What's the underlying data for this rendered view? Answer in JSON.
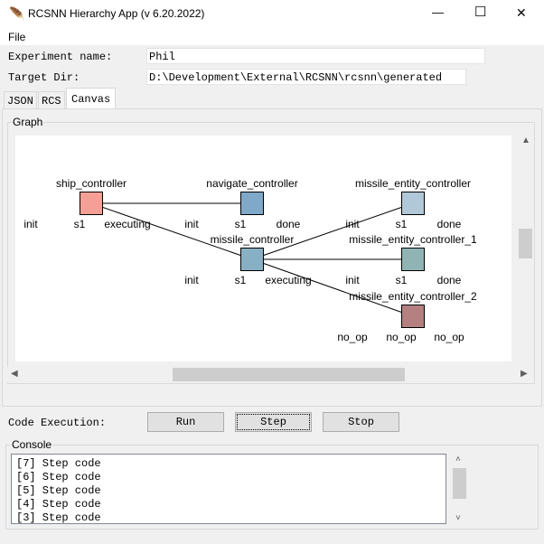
{
  "window": {
    "title": "RCSNN Hierarchy App (v 6.20.2022)",
    "minimize": "—",
    "maximize": "☐",
    "close": "✕"
  },
  "menu": {
    "file": "File"
  },
  "form": {
    "experiment_label": "Experiment name:",
    "experiment_value": "Phil",
    "target_label": "Target Dir:",
    "target_value": "D:\\Development\\External\\RCSNN\\rcsnn\\generated"
  },
  "tabs": [
    "JSON",
    "RCS",
    "Canvas"
  ],
  "graph": {
    "label": "Graph",
    "nodes": [
      {
        "name": "ship_controller",
        "color": "#f4a096",
        "states": [
          "init",
          "s1",
          "executing"
        ]
      },
      {
        "name": "navigate_controller",
        "color": "#80a8c8",
        "states": [
          "init",
          "s1",
          "done"
        ]
      },
      {
        "name": "missile_entity_controller",
        "color": "#b0c8d8",
        "states": [
          "init",
          "s1",
          "done"
        ]
      },
      {
        "name": "missile_controller",
        "color": "#88b0c4",
        "states": [
          "init",
          "s1",
          "executing"
        ]
      },
      {
        "name": "missile_entity_controller_1",
        "color": "#90b4b4",
        "states": [
          "init",
          "s1",
          "done"
        ]
      },
      {
        "name": "missile_entity_controller_2",
        "color": "#b48080",
        "states": [
          "no_op",
          "no_op",
          "no_op"
        ]
      }
    ]
  },
  "execution": {
    "label": "Code Execution:",
    "run": "Run",
    "step": "Step",
    "stop": "Stop"
  },
  "console": {
    "label": "Console",
    "lines": [
      "[7] Step code",
      "[6] Step code",
      "[5] Step code",
      "[4] Step code",
      "[3] Step code"
    ]
  }
}
